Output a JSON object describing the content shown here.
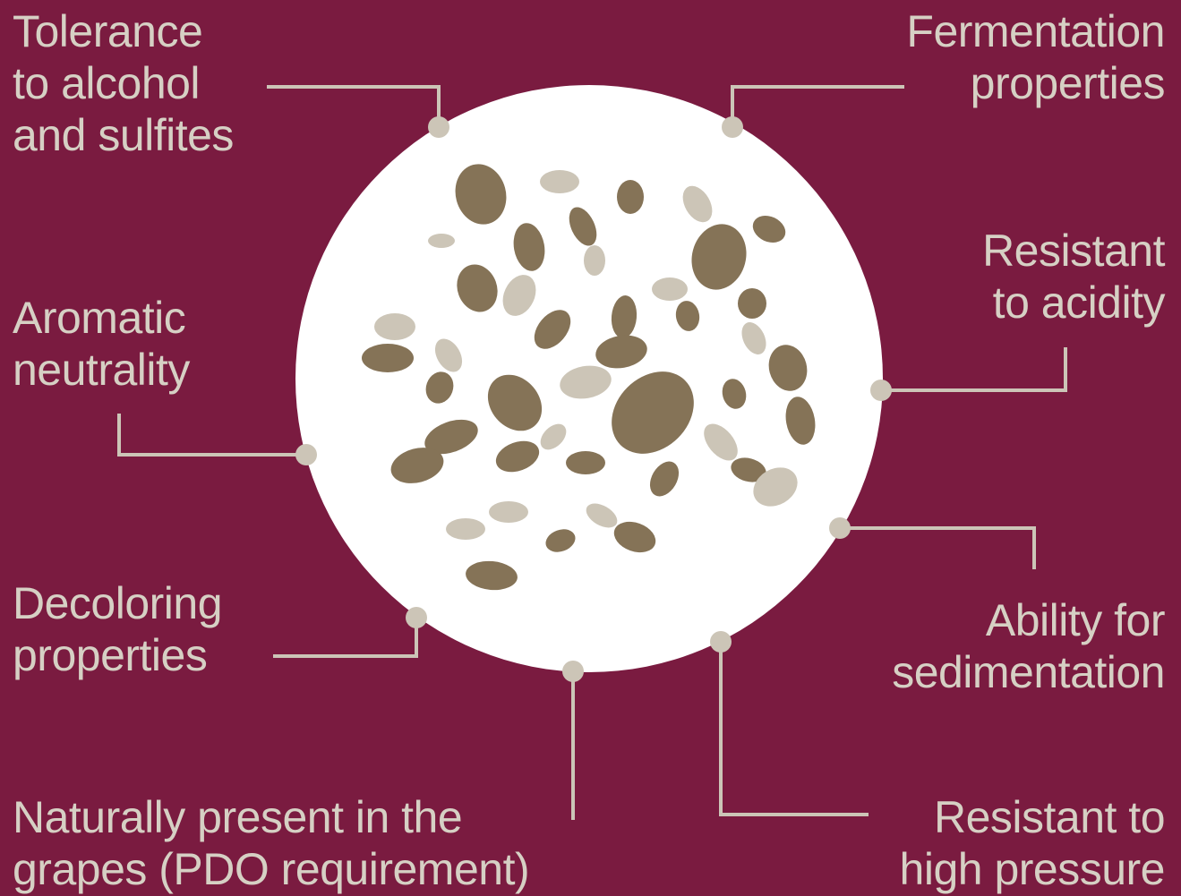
{
  "colors": {
    "background": "#7a1b40",
    "circle": "#ffffff",
    "connector": "#ccc5b7",
    "text": "#d6d0c4",
    "cell_dark": "#857357",
    "cell_light": "#ccc5b7"
  },
  "labels": {
    "tolerance": [
      "Tolerance",
      "to alcohol",
      "and sulfites"
    ],
    "fermentation": [
      "Fermentation",
      "properties"
    ],
    "aromatic": [
      "Aromatic",
      "neutrality"
    ],
    "acidity": [
      "Resistant",
      "to acidity"
    ],
    "decoloring": [
      "Decoloring",
      "properties"
    ],
    "sedimentation": [
      "Ability for",
      "sedimentation"
    ],
    "natural": [
      "Naturally present in the",
      "grapes (PDO requirement)"
    ],
    "pressure": [
      "Resistant to",
      "high pressure"
    ]
  }
}
